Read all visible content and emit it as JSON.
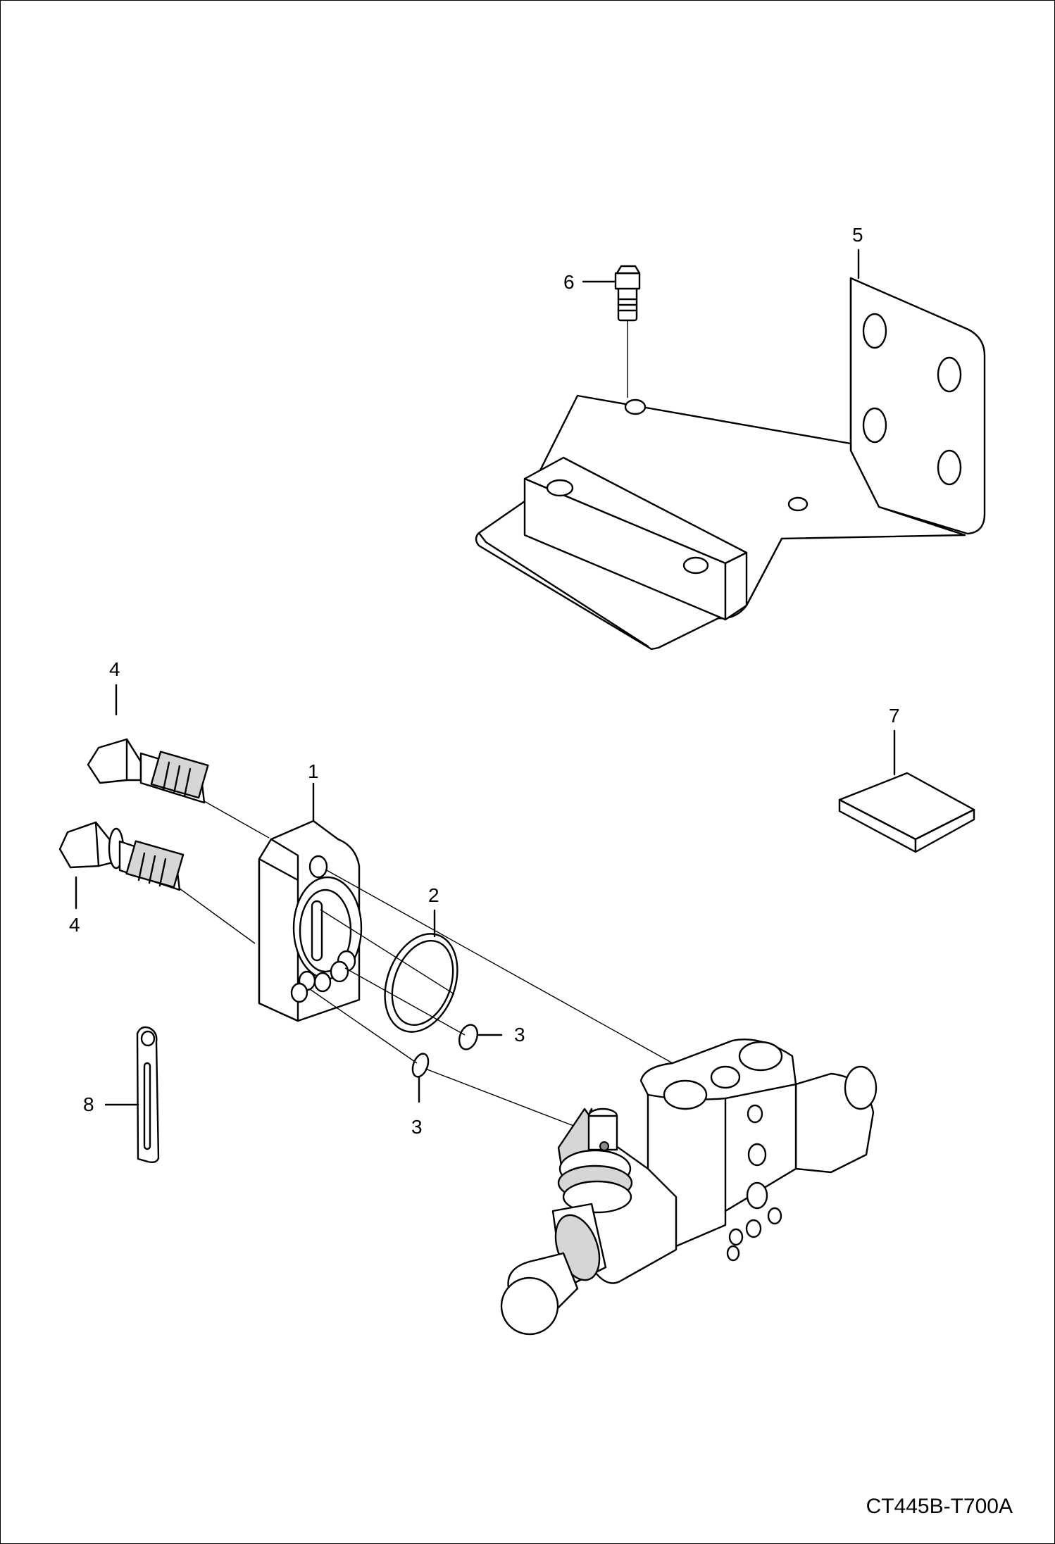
{
  "callouts": {
    "c1": "1",
    "c2": "2",
    "c3a": "3",
    "c3b": "3",
    "c4a": "4",
    "c4b": "4",
    "c5": "5",
    "c6": "6",
    "c7": "7",
    "c8": "8"
  },
  "drawing_code": "CT445B-T700A"
}
